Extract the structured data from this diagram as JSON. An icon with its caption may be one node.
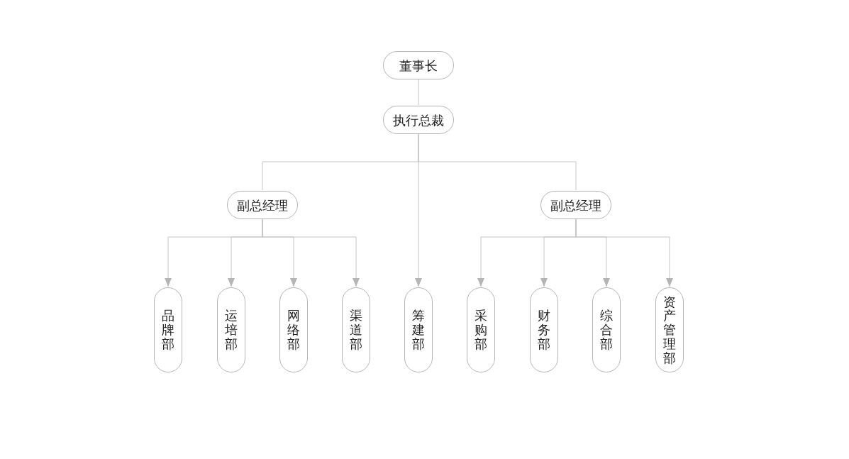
{
  "diagram": {
    "nodes": [
      {
        "text": [
          "董事长"
        ]
      },
      {
        "text": [
          "执行总裁"
        ]
      },
      {
        "text": [
          "副总经理"
        ]
      },
      {
        "text": [
          "副总经理"
        ]
      },
      {
        "text": [
          "品牌部"
        ]
      },
      {
        "text": [
          "运培部"
        ]
      },
      {
        "text": [
          "网络部"
        ]
      },
      {
        "text": [
          "渠道部"
        ]
      },
      {
        "text": [
          "筹建部"
        ]
      },
      {
        "text": [
          "采购部"
        ]
      },
      {
        "text": [
          "财务部"
        ]
      },
      {
        "text": [
          "综合部"
        ]
      },
      {
        "text": [
          "资产管理部"
        ]
      }
    ],
    "edges": [
      {
        "from": 0,
        "to": 1,
        "arrow": "none"
      },
      {
        "from": 1,
        "to": 2,
        "arrow": "none"
      },
      {
        "from": 1,
        "to": 3,
        "arrow": "none"
      },
      {
        "from": 2,
        "to": 4,
        "arrow": "to"
      },
      {
        "from": 2,
        "to": 5,
        "arrow": "to"
      },
      {
        "from": 2,
        "to": 6,
        "arrow": "to"
      },
      {
        "from": 2,
        "to": 7,
        "arrow": "to"
      },
      {
        "from": 1,
        "to": 8,
        "arrow": "to"
      },
      {
        "from": 3,
        "to": 9,
        "arrow": "to"
      },
      {
        "from": 3,
        "to": 10,
        "arrow": "to"
      },
      {
        "from": 3,
        "to": 11,
        "arrow": "to"
      },
      {
        "from": 3,
        "to": 12,
        "arrow": "to"
      }
    ]
  }
}
